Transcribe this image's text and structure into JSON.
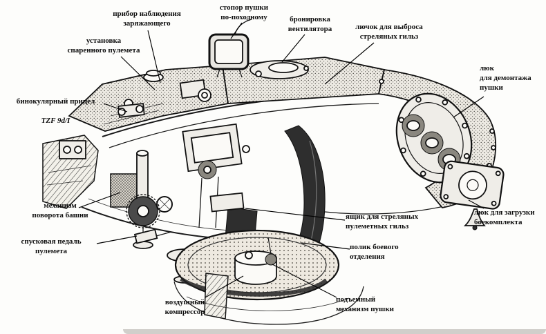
{
  "colors": {
    "ink": "#111111",
    "paper": "#fdfdfb"
  },
  "labels": [
    {
      "id": "loader-observation-device",
      "text": "прибор наблюдения\nзаряжающего"
    },
    {
      "id": "gun-travel-lock",
      "text": "стопор пушки\nпо-походному"
    },
    {
      "id": "fan-armor",
      "text": "бронировка\nвентилятора"
    },
    {
      "id": "spent-case-ejection-port",
      "text": "лючок для выброса\nстреляных гильз"
    },
    {
      "id": "coaxial-mg-mount",
      "text": "установка\nспаренного пулемета"
    },
    {
      "id": "binocular-sight",
      "line1": "бинокулярный прицел",
      "line2": "TZF 9d/I"
    },
    {
      "id": "gun-removal-hatch",
      "text": "люк\nдля демонтажа\nпушки"
    },
    {
      "id": "turret-traverse-mechanism",
      "text": "механизм\nповорота башни"
    },
    {
      "id": "ammo-loading-hatch",
      "text": "люк для загрузки\nбоекомплекта"
    },
    {
      "id": "mg-trigger-pedal",
      "text": "спусковая педаль\nпулемета"
    },
    {
      "id": "spent-mg-case-box",
      "text": "ящик для стреляных\nпулеметных гильз"
    },
    {
      "id": "fighting-compartment-floor",
      "text": "полик боевого\nотделения"
    },
    {
      "id": "air-compressor",
      "text": "воздушный\nкомпрессор"
    },
    {
      "id": "gun-elevation-mechanism",
      "text": "подъемный\nмеханизм пушки"
    }
  ]
}
